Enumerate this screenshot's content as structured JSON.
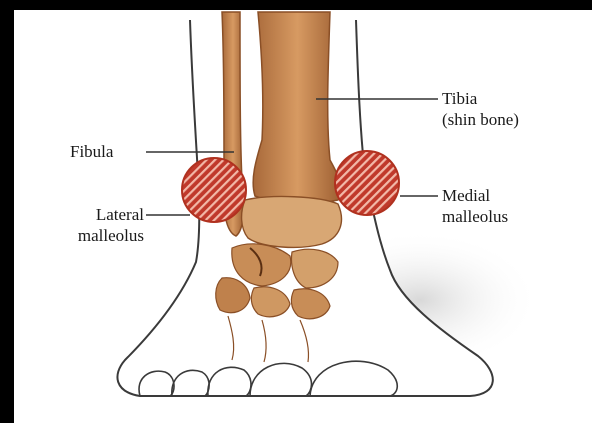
{
  "labels": {
    "tibia_line1": "Tibia",
    "tibia_line2": "(shin bone)",
    "fibula": "Fibula",
    "lateral_line1": "Lateral",
    "lateral_line2": "malleolus",
    "medial_line1": "Medial",
    "medial_line2": "malleolus"
  },
  "colors": {
    "bone": "#c98a52",
    "bone_dark": "#8a4f26",
    "skin_outline": "#3a3a3a",
    "marker_fill": "#c0392b",
    "marker_stripe": "#f2b8a8",
    "leader_line": "#333333"
  }
}
